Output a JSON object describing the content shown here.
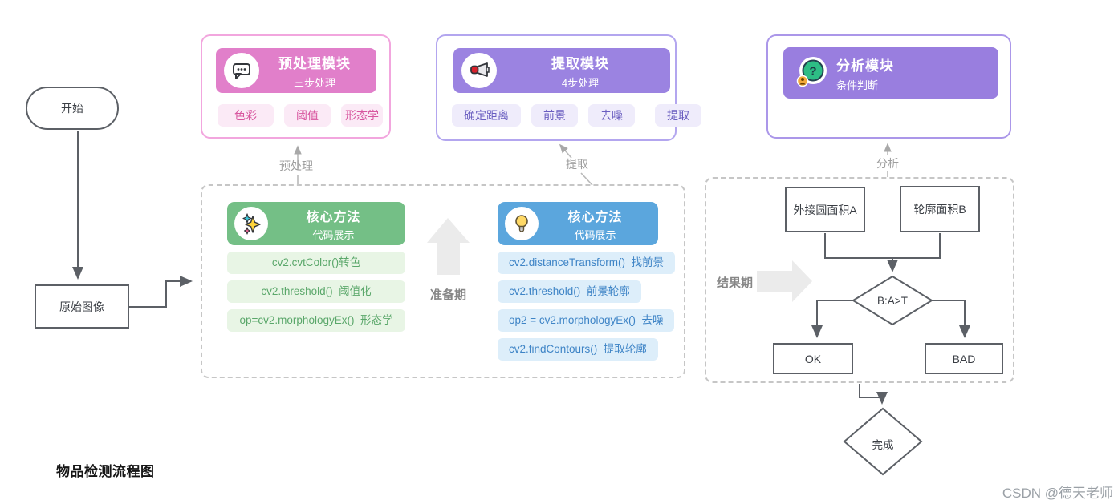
{
  "page": {
    "title": "物品检测流程图",
    "watermark": "CSDN @德天老师"
  },
  "modules": {
    "preprocess": {
      "title": "预处理模块",
      "subtitle": "三步处理",
      "icon": "chat-bubble-icon",
      "tags": [
        "色彩",
        "阈值",
        "形态学"
      ],
      "colors": {
        "border": "#f2a6de",
        "header": "#e17fca",
        "tag_bg": "#fbeaf6",
        "tag_text": "#d8569f"
      }
    },
    "extract": {
      "title": "提取模块",
      "subtitle": "4步处理",
      "icon": "megaphone-icon",
      "tags": [
        "确定距离",
        "前景",
        "去噪",
        "提取"
      ],
      "colors": {
        "border": "#b3a6ef",
        "header": "#9b83e1",
        "tag_bg": "#efecfb",
        "tag_text": "#6a5ec0"
      }
    },
    "analyze": {
      "title": "分析模块",
      "subtitle": "条件判断",
      "icon": "question-person-icon",
      "tags": [],
      "colors": {
        "border": "#ab97e9",
        "header": "#997edf"
      }
    }
  },
  "connectors": {
    "preprocess_label": "预处理",
    "extract_label": "提取",
    "analyze_label": "分析"
  },
  "prepare_stage": {
    "label": "准备期",
    "green_column": {
      "title": "核心方法",
      "subtitle": "代码展示",
      "icon": "sparkles-icon",
      "items": [
        "cv2.cvtColor()转色",
        "cv2.threshold()  阈值化",
        "op=cv2.morphologyEx()  形态学"
      ],
      "colors": {
        "header": "#74bf86",
        "item_bg": "#e8f5e5",
        "item_text": "#5aa76a"
      }
    },
    "blue_column": {
      "title": "核心方法",
      "subtitle": "代码展示",
      "icon": "lightbulb-icon",
      "items": [
        "cv2.distanceTransform()  找前景",
        "cv2.threshold()  前景轮廓",
        "op2 = cv2.morphologyEx()  去噪",
        "cv2.findContours()  提取轮廓"
      ],
      "colors": {
        "header": "#5ba6dd",
        "item_bg": "#ddeefa",
        "item_text": "#3e84c6"
      }
    }
  },
  "result_stage": {
    "label": "结果期",
    "nodes": {
      "area_a": "外接圆面积A",
      "area_b": "轮廓面积B",
      "decision": "B:A>T",
      "ok": "OK",
      "bad": "BAD"
    }
  },
  "flow": {
    "start": "开始",
    "source": "原始图像",
    "done": "完成"
  }
}
